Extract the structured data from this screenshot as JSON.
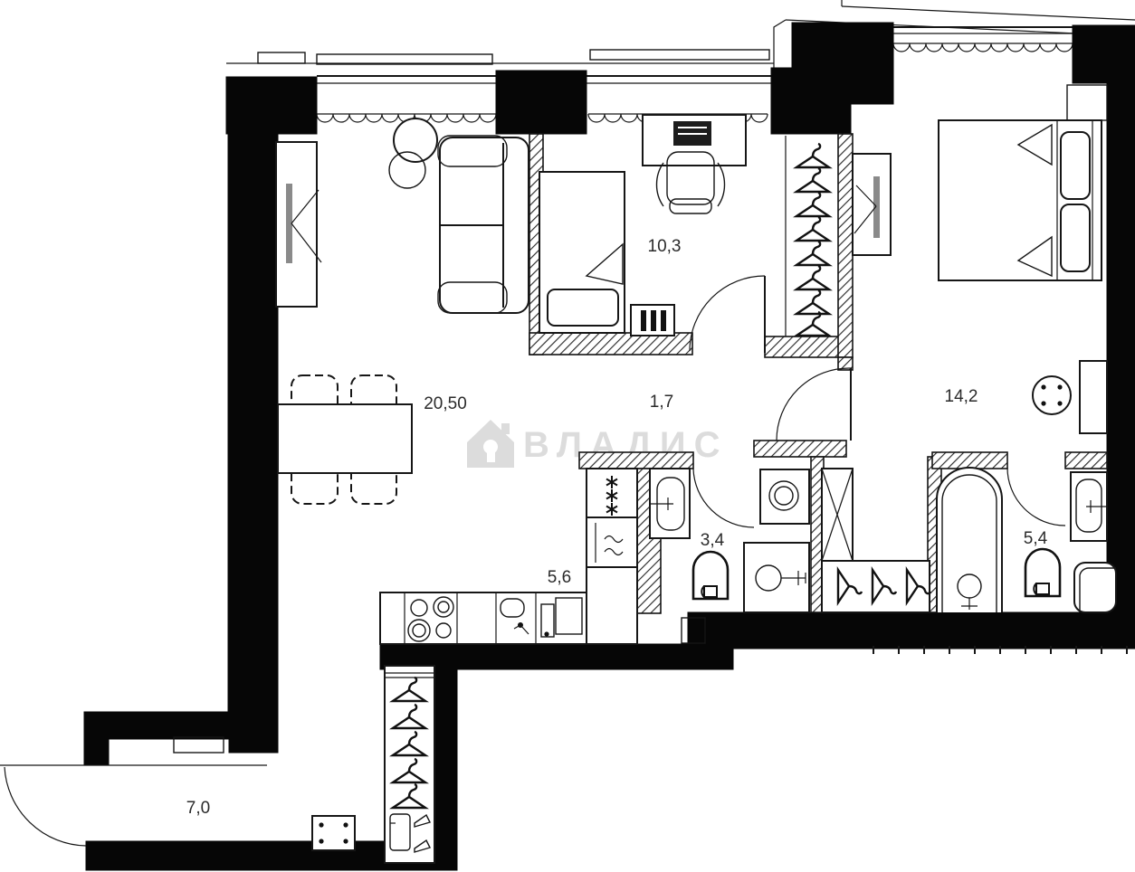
{
  "title": "apartment-floor-plan",
  "watermark": {
    "text": "ВЛАДИС",
    "icon": "house-icon",
    "color": "#d9d9d9"
  },
  "rooms": [
    {
      "name": "living-room",
      "area": "20,50"
    },
    {
      "name": "bedroom",
      "area": "10,3"
    },
    {
      "name": "hallway",
      "area": "1,7"
    },
    {
      "name": "master-bedroom",
      "area": "14,2"
    },
    {
      "name": "bathroom",
      "area": "3,4"
    },
    {
      "name": "kitchen",
      "area": "5,6"
    },
    {
      "name": "bathroom-2",
      "area": "5,4"
    },
    {
      "name": "entry-hall",
      "area": "7,0"
    }
  ],
  "colors": {
    "wall": "#060606",
    "line": "#161616",
    "background": "#ffffff",
    "watermark": "#d9d9d9"
  }
}
